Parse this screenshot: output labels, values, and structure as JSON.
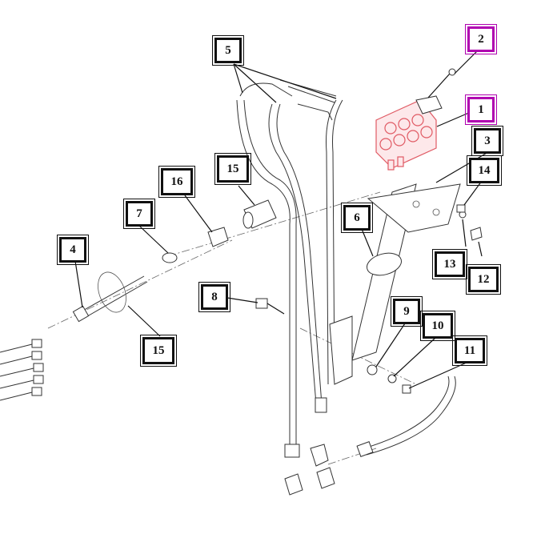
{
  "callouts": [
    {
      "label": "1",
      "highlight": true
    },
    {
      "label": "2",
      "highlight": true
    },
    {
      "label": "3",
      "highlight": false
    },
    {
      "label": "4",
      "highlight": false
    },
    {
      "label": "5",
      "highlight": false
    },
    {
      "label": "6",
      "highlight": false
    },
    {
      "label": "7",
      "highlight": false
    },
    {
      "label": "8",
      "highlight": false
    },
    {
      "label": "9",
      "highlight": false
    },
    {
      "label": "10",
      "highlight": false
    },
    {
      "label": "11",
      "highlight": false
    },
    {
      "label": "12",
      "highlight": false
    },
    {
      "label": "13",
      "highlight": false
    },
    {
      "label": "14",
      "highlight": false
    },
    {
      "label": "15",
      "highlight": false
    },
    {
      "label": "15",
      "highlight": false
    },
    {
      "label": "16",
      "highlight": false
    }
  ],
  "colors": {
    "highlight": "#b000b0",
    "valve": "#e05a64"
  }
}
